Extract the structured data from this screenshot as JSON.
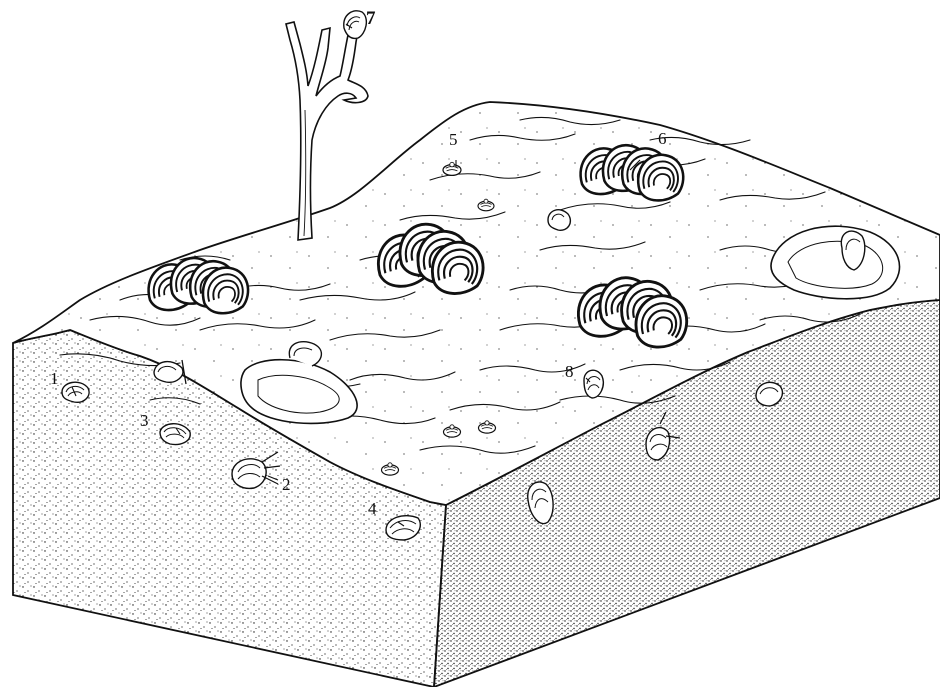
{
  "labels": {
    "l1": "1",
    "l2": "2",
    "l3": "3",
    "l4": "4",
    "l5": "5",
    "l6": "6",
    "l7": "7",
    "l8": "8"
  },
  "colors": {
    "ink": "#111111",
    "paper": "#ffffff"
  }
}
